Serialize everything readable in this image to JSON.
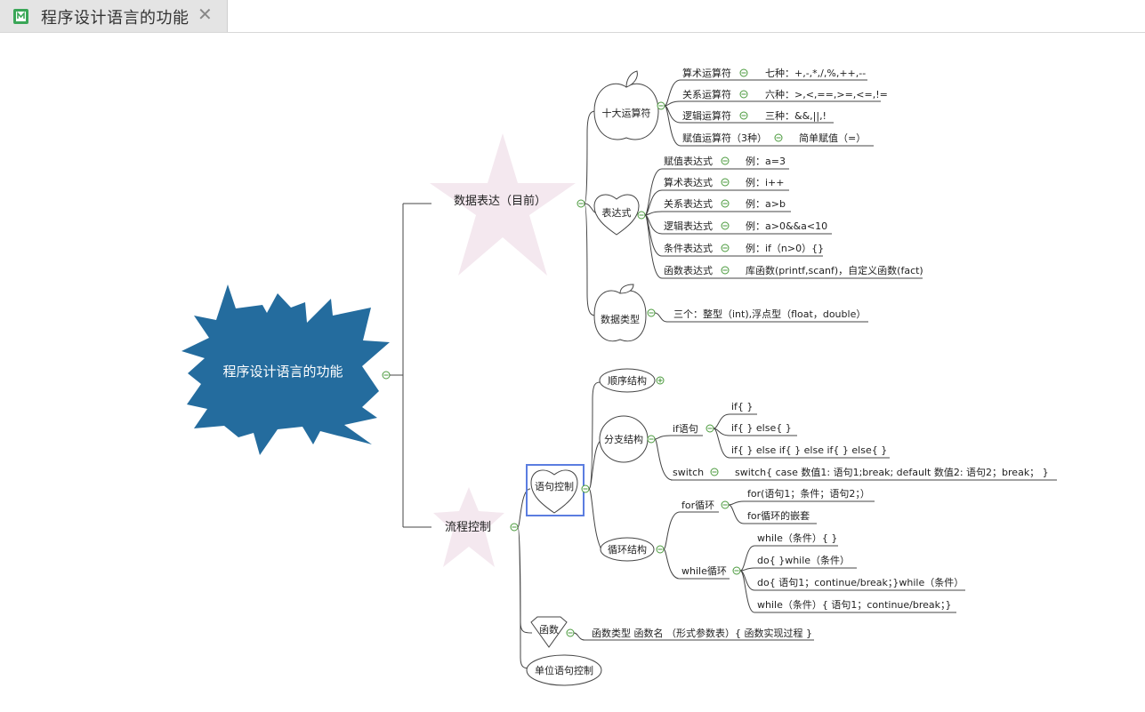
{
  "tab": {
    "title": "程序设计语言的功能",
    "icon": "mindmap-file-icon",
    "close_glyph": "✕"
  },
  "colors": {
    "root_fill": "#246c9e",
    "star_fill": "#f4e8ef",
    "toggle": "#4a9a3c",
    "selection": "#5b7de0",
    "line": "#444444"
  },
  "root": {
    "label": "程序设计语言的功能"
  },
  "branches": [
    {
      "label": "数据表达（目前）"
    },
    {
      "label": "流程控制"
    }
  ],
  "data_expression": {
    "operators": {
      "label": "十大运算符",
      "items": [
        {
          "label": "算术运算符",
          "detail": "七种：+,-,*,/,%,++,--"
        },
        {
          "label": "关系运算符",
          "detail": "六种：>,<,==,>=,<=,!="
        },
        {
          "label": "逻辑运算符",
          "detail": "三种：&&,||,!"
        },
        {
          "label": "赋值运算符（3种）",
          "detail": "简单赋值（=）"
        }
      ]
    },
    "expressions": {
      "label": "表达式",
      "items": [
        {
          "label": "赋值表达式",
          "detail": "例：a=3"
        },
        {
          "label": "算术表达式",
          "detail": "例：i++"
        },
        {
          "label": "关系表达式",
          "detail": "例：a>b"
        },
        {
          "label": "逻辑表达式",
          "detail": "例：a>0&&a<10"
        },
        {
          "label": "条件表达式",
          "detail": "例：if（n>0）{}"
        },
        {
          "label": "函数表达式",
          "detail": "库函数(printf,scanf)，自定义函数(fact)"
        }
      ]
    },
    "data_types": {
      "label": "数据类型",
      "detail": "三个：整型（int),浮点型（float，double）"
    }
  },
  "flow_control": {
    "statement_control": {
      "label": "语句控制",
      "sequence": {
        "label": "顺序结构"
      },
      "branch": {
        "label": "分支结构",
        "if_node": {
          "label": "if语句",
          "items": [
            "if{  }",
            "if{  }  else{   }",
            "if{  }  else if{  }   else if{   }   else{  }"
          ]
        },
        "switch_node": {
          "label": "switch",
          "detail": "switch{  case 数值1:   语句1;break;     default 数值2: 语句2；break；  }"
        }
      },
      "loop": {
        "label": "循环结构",
        "for_node": {
          "label": "for循环",
          "items": [
            "for(语句1；条件；语句2；）",
            "for循环的嵌套"
          ]
        },
        "while_node": {
          "label": "while循环",
          "items": [
            "while（条件）{  }",
            "do{   }while（条件）",
            "do{ 语句1；continue/break；}while（条件）",
            "while（条件）{ 语句1；continue/break；}"
          ]
        }
      }
    },
    "function": {
      "label": "函数",
      "detail": "函数类型 函数名 （形式参数表）{ 函数实现过程 }"
    },
    "unit_control": {
      "label": "单位语句控制"
    }
  }
}
